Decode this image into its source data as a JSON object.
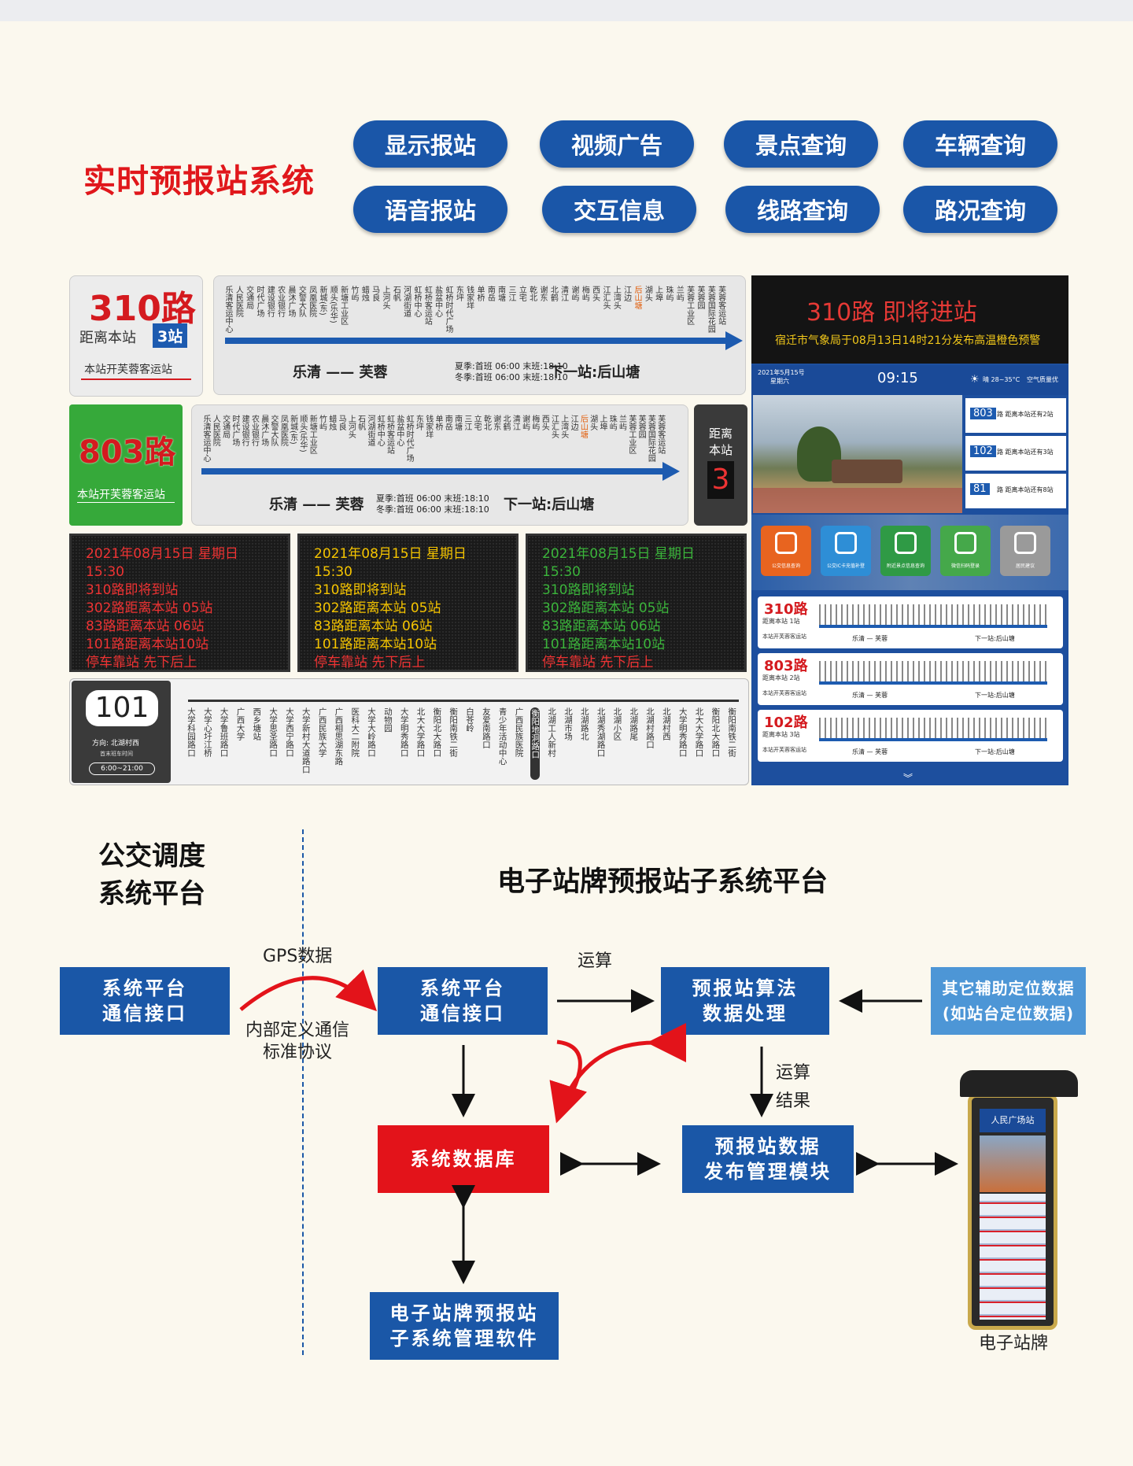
{
  "header": {
    "title": "实时预报站系统"
  },
  "features": [
    "显示报站",
    "视频广告",
    "景点查询",
    "车辆查询",
    "语音报站",
    "交互信息",
    "线路查询",
    "路况查询"
  ],
  "sign310": {
    "route": "310路",
    "dist_label": "距离本站",
    "dist_value": "3站",
    "note": "本站开芙蓉客运站",
    "from_to": "乐清 —— 芙蓉",
    "summer": "夏季:首班 06:00  末班:18:10",
    "winter": "冬季:首班 06:00  末班:18:10",
    "next": "下一站:后山塘",
    "stations": [
      "乐清客运中心",
      "人民医院",
      "交通局",
      "时代广场",
      "建设银行",
      "农业银行",
      "晨沐广场",
      "交警大队",
      "凤凰医院",
      "新城(东)",
      "顺头(乐华)",
      "新塘工业区",
      "竹屿",
      "蜡烛",
      "马良",
      "上河头",
      "石帆",
      "河湖街道",
      "虹桥中心",
      "虹桥客运站",
      "盐盆中心",
      "虹桥时代广场",
      "东坪",
      "钱家垟",
      "单桥",
      "南岳",
      "南塘",
      "三江",
      "立宅",
      "乾北",
      "谢东",
      "北鹤",
      "清江",
      "谢屿",
      "梅屿",
      "西头",
      "江汇头",
      "上湾头",
      "江边",
      "后山塘",
      "湖头",
      "上埠",
      "珠屿",
      "兰屿",
      "芙蓉工业区",
      "芙蓉园",
      "芙蓉国际花园",
      "芙蓉客运站"
    ]
  },
  "sign803": {
    "route": "803路",
    "note": "本站开芙蓉客运站",
    "dist_label": "距离本站",
    "dist_value": "3",
    "from_to": "乐清 —— 芙蓉",
    "summer": "夏季:首班 06:00  末班:18:10",
    "winter": "冬季:首班 06:00  末班:18:10",
    "next": "下一站:后山塘"
  },
  "lcd": {
    "banner_title": "310路   即将进站",
    "banner_sub": "宿迁市气象局于08月13日14时21分发布高温橙色预警",
    "date": "2021年5月15号",
    "weekday": "星期六",
    "time": "09:15",
    "weather": "晴 28~35°C",
    "aqi": "空气质量优",
    "arrivals": [
      {
        "route": "803",
        "text": "路 距离本站还有2站"
      },
      {
        "route": "102",
        "text": "路 距离本站还有3站"
      },
      {
        "route": "81",
        "text": "路 距离本站还有8站"
      }
    ],
    "apps": [
      "公交信息查询",
      "公交IC卡充值补登",
      "附近景点信息查询",
      "微信扫码登录",
      "居民建议"
    ],
    "mini": [
      {
        "route": "310路",
        "dist": "距离本站 1站",
        "note": "本站开芙蓉客运站",
        "from_to": "乐清 — 芙蓉",
        "next": "下一站:后山塘"
      },
      {
        "route": "803路",
        "dist": "距离本站 2站",
        "note": "本站开芙蓉客运站",
        "from_to": "乐清 — 芙蓉",
        "next": "下一站:后山塘"
      },
      {
        "route": "102路",
        "dist": "距离本站 3站",
        "note": "本站开芙蓉客运站",
        "from_to": "乐清 — 芙蓉",
        "next": "下一站:后山塘"
      }
    ]
  },
  "led_boards": [
    {
      "color": "#e33",
      "lines": [
        "2021年08月15日  星期日  15:30",
        "310路即将到站",
        "302路距离本站 05站",
        "83路距离本站 06站",
        "101路距离本站10站",
        "停车靠站  先下后上"
      ]
    },
    {
      "color": "#f5c400",
      "lines": [
        "2021年08月15日  星期日  15:30",
        "310路即将到站",
        "302路距离本站 05站",
        "83路距离本站 06站",
        "101路距离本站10站",
        "停车靠站  先下后上"
      ]
    },
    {
      "color": "#3bb43b",
      "lines": [
        "2021年08月15日  星期日  15:30",
        "310路即将到站",
        "302路距离本站 05站",
        "83路距离本站 06站",
        "101路距离本站10站",
        "停车靠站  先下后上"
      ]
    }
  ],
  "sign101": {
    "route": "101",
    "direction": "方向: 北湖村西",
    "time_label": "首末班车时间",
    "hours": "6:00~21:00",
    "stations": [
      "大学科园路口",
      "大学心圩江桥",
      "大学鲁班路口",
      "广西大学",
      "西乡塘站",
      "大学思圣路口",
      "大学西宁路口",
      "大学新村大道路口",
      "广西民族大学",
      "广西相思湖东路",
      "医科大二附院",
      "大学大岭路口",
      "动物园",
      "大学明秀路口",
      "北大大学路口",
      "衡阳北大路口",
      "衡阳南铁二街",
      "白苍岭",
      "友爱南路口",
      "青少年活动中心",
      "广西民族医院",
      "衡阳地洞路口",
      "北湖工人新村",
      "北湖市场",
      "北湖路北",
      "北湖秀湖路口",
      "北湖小区",
      "北湖路尾",
      "北湖村路口",
      "北湖村西",
      "大学明秀路口",
      "北大大学路口",
      "衡阳北大路口",
      "衡阳南铁二街"
    ]
  },
  "diagram": {
    "left_title": "公交调度\n系统平台",
    "right_title": "电子站牌预报站子系统平台",
    "box1": "系统平台\n通信接口",
    "box2": "系统平台\n通信接口",
    "box3": "预报站算法\n数据处理",
    "box4": "其它辅助定位数据\n(如站台定位数据)",
    "box5": "系统数据库",
    "box6": "预报站数据\n发布管理模块",
    "box7": "电子站牌预报站\n子系统管理软件",
    "gps": "GPS数据",
    "protocol": "内部定义通信\n标准协议",
    "calc": "运算",
    "calc_result": "运算\n结果",
    "kiosk_label": "电子站牌",
    "kiosk_top": "人民广场站"
  }
}
